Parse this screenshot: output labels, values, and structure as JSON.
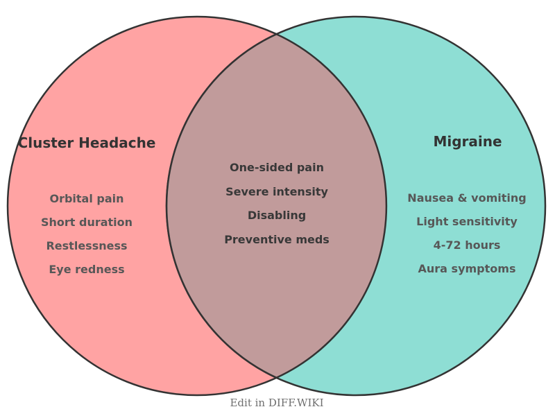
{
  "colors": {
    "left_fill": "#FFA3A3",
    "right_fill": "#8EDED4",
    "overlap_fill": "#C19B9B",
    "stroke": "#333333",
    "title_text": "#333333",
    "item_text": "#575757",
    "center_text": "#383838",
    "footer_text": "#6F6F6F",
    "bg": "#FFFFFF"
  },
  "venn": {
    "left": {
      "label": "Cluster Headache",
      "items": [
        "Orbital pain",
        "Short duration",
        "Restlessness",
        "Eye redness"
      ]
    },
    "overlap": {
      "items": [
        "One-sided pain",
        "Severe intensity",
        "Disabling",
        "Preventive meds"
      ]
    },
    "right": {
      "label": "Migraine",
      "items": [
        "Nausea & vomiting",
        "Light sensitivity",
        "4-72 hours",
        "Aura symptoms"
      ]
    }
  },
  "footer": {
    "label": "Edit in DIFF.WIKI"
  }
}
